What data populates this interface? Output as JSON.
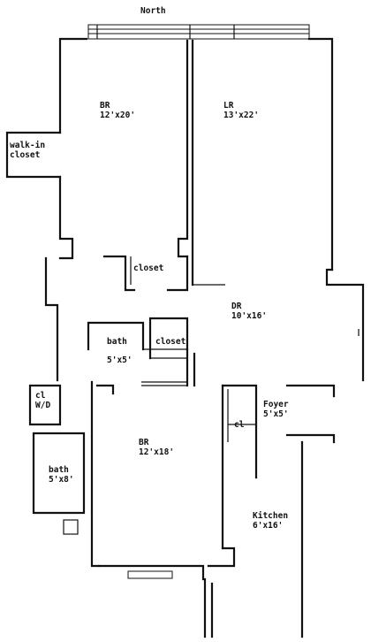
{
  "compass": {
    "north": "North"
  },
  "rooms": {
    "br_master": {
      "name": "BR",
      "size": "12'x20'"
    },
    "lr": {
      "name": "LR",
      "size": "13'x22'"
    },
    "walkin": {
      "line1": "walk-in",
      "line2": "closet"
    },
    "closet_upper": {
      "name": "closet"
    },
    "dr": {
      "name": "DR",
      "size": "10'x16'"
    },
    "bath_upper": {
      "name": "bath",
      "size": "5'x5'"
    },
    "closet_lower": {
      "name": "closet"
    },
    "cl_wd": {
      "line1": "cl",
      "line2": "W/D"
    },
    "foyer": {
      "name": "Foyer",
      "size": "5'x5'"
    },
    "cl_foyer": {
      "name": "cl"
    },
    "br_second": {
      "name": "BR",
      "size": "12'x18'"
    },
    "bath_lower": {
      "name": "bath",
      "size": "5'x8'"
    },
    "kitchen": {
      "name": "Kitchen",
      "size": "6'x16'"
    }
  }
}
